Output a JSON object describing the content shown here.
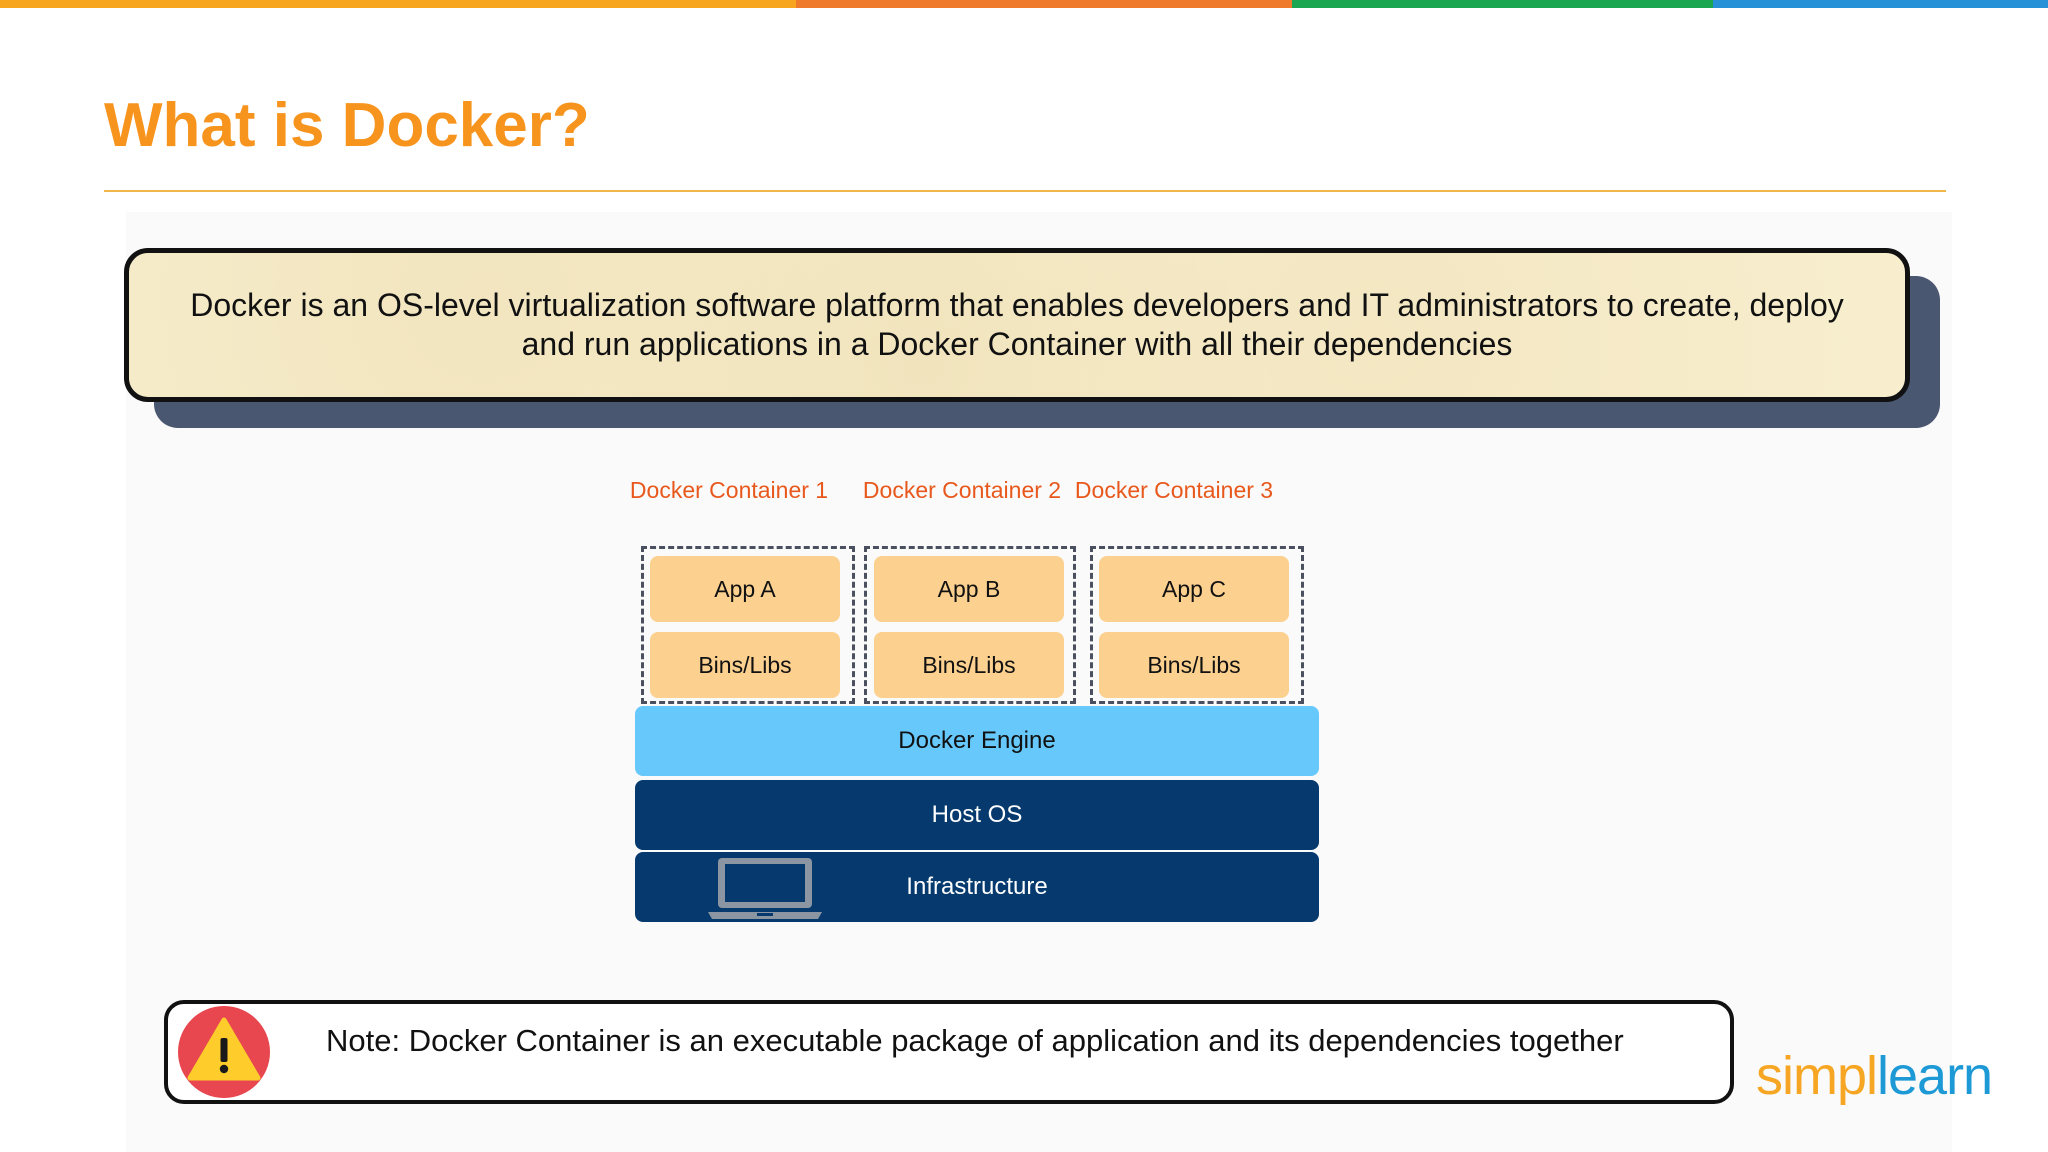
{
  "slide": {
    "title": "What is Docker?",
    "definition": "Docker is an OS-level virtualization software platform that enables developers and IT administrators to create, deploy and run applications in a Docker Container with all their dependencies",
    "top_bar_colors": [
      "#f7a41e",
      "#ef7a2c",
      "#1aa650",
      "#2691d7"
    ]
  },
  "diagram": {
    "containers": [
      {
        "label": "Docker Container 1",
        "app": "App A",
        "libs": "Bins/Libs"
      },
      {
        "label": "Docker Container 2",
        "app": "App B",
        "libs": "Bins/Libs"
      },
      {
        "label": "Docker Container 3",
        "app": "App C",
        "libs": "Bins/Libs"
      }
    ],
    "engine": "Docker Engine",
    "host_os": "Host OS",
    "infrastructure": "Infrastructure",
    "infrastructure_icon": "laptop-icon"
  },
  "note": {
    "text": "Note: Docker Container is an executable package of application and its dependencies together",
    "icon": "warning-icon"
  },
  "logo": {
    "part1": "simpl",
    "part2": "learn"
  }
}
